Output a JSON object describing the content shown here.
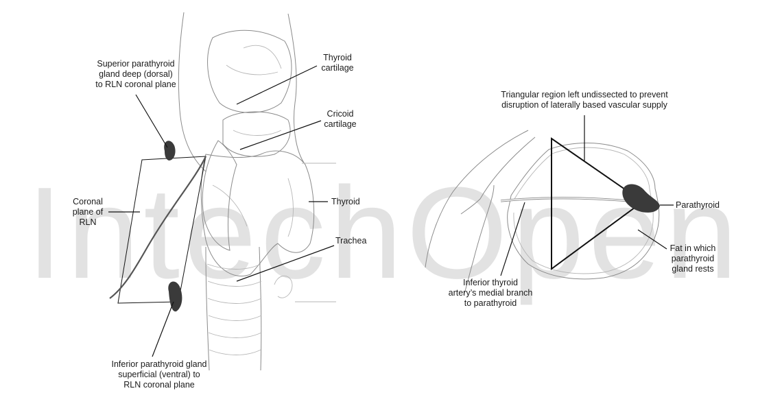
{
  "watermark": "IntechOpen",
  "left_panel": {
    "labels": {
      "superior": [
        "Superior parathyroid",
        "gland deep (dorsal)",
        "to RLN coronal plane"
      ],
      "coronal": [
        "Coronal",
        "plane of",
        "RLN"
      ],
      "inferior": [
        "Inferior parathyroid gland",
        "superficial (ventral) to",
        "RLN coronal plane"
      ],
      "thyroid_cartilage": [
        "Thyroid",
        "cartilage"
      ],
      "cricoid_cartilage": [
        "Cricoid",
        "cartilage"
      ],
      "thyroid": [
        "Thyroid"
      ],
      "trachea": [
        "Trachea"
      ]
    }
  },
  "right_panel": {
    "labels": {
      "triangle": [
        "Triangular region left undissected to prevent",
        "disruption of laterally based vascular supply"
      ],
      "parathyroid": [
        "Parathyroid"
      ],
      "fat": [
        "Fat in which",
        "parathyroid",
        "gland rests"
      ],
      "artery": [
        "Inferior thyroid",
        "artery’s medial branch",
        "to parathyroid"
      ]
    }
  },
  "colors": {
    "gland": "#3a3a3a",
    "line": "#111111",
    "sketch": "#8a8a8a",
    "watermark": "#dcdcdc"
  }
}
